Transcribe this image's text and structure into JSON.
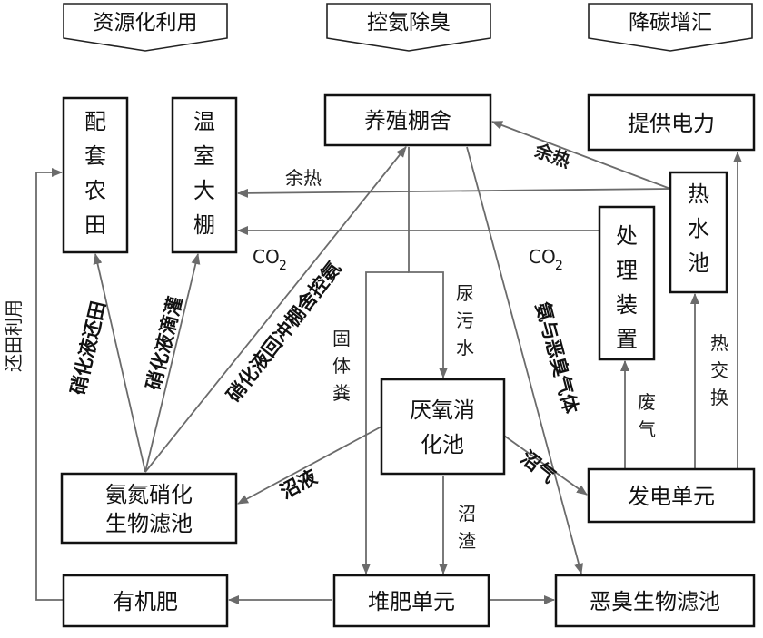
{
  "banners": {
    "resource": "资源化利用",
    "ammonia": "控氨除臭",
    "carbon": "降碳增汇"
  },
  "nodes": {
    "farmland": "配套农田",
    "greenhouse": "温室大棚",
    "livestock_house": "养殖棚舍",
    "power_supply": "提供电力",
    "hot_water_pool": "热水池",
    "treatment_device": "处理装置",
    "anaerobic_digester": "厌氧消化池",
    "nitrification_filter": "氨氮硝化生物滤池",
    "power_unit": "发电单元",
    "organic_fertilizer": "有机肥",
    "compost_unit": "堆肥单元",
    "odor_filter": "恶臭生物滤池"
  },
  "labels": {
    "return_field_use": "还田利用",
    "waste_heat_1": "余热",
    "waste_heat_2": "余热",
    "co2_left_main": "CO",
    "co2_left_sub": "2",
    "co2_right_main": "CO",
    "co2_right_sub": "2",
    "nitrate_return_field": "硝化液还田",
    "nitrate_drip": "硝化液滴灌",
    "nitrate_flush_control": "硝化液回冲棚舍控氨",
    "solid_manure": "固体粪",
    "urine_sewage": "尿污水",
    "ammonia_odor_gas": "氨与恶臭气体",
    "exhaust_gas": "废气",
    "heat_exchange": "热交换",
    "biogas_slurry": "沼液",
    "biogas": "沼气",
    "biogas_residue": "沼渣"
  }
}
